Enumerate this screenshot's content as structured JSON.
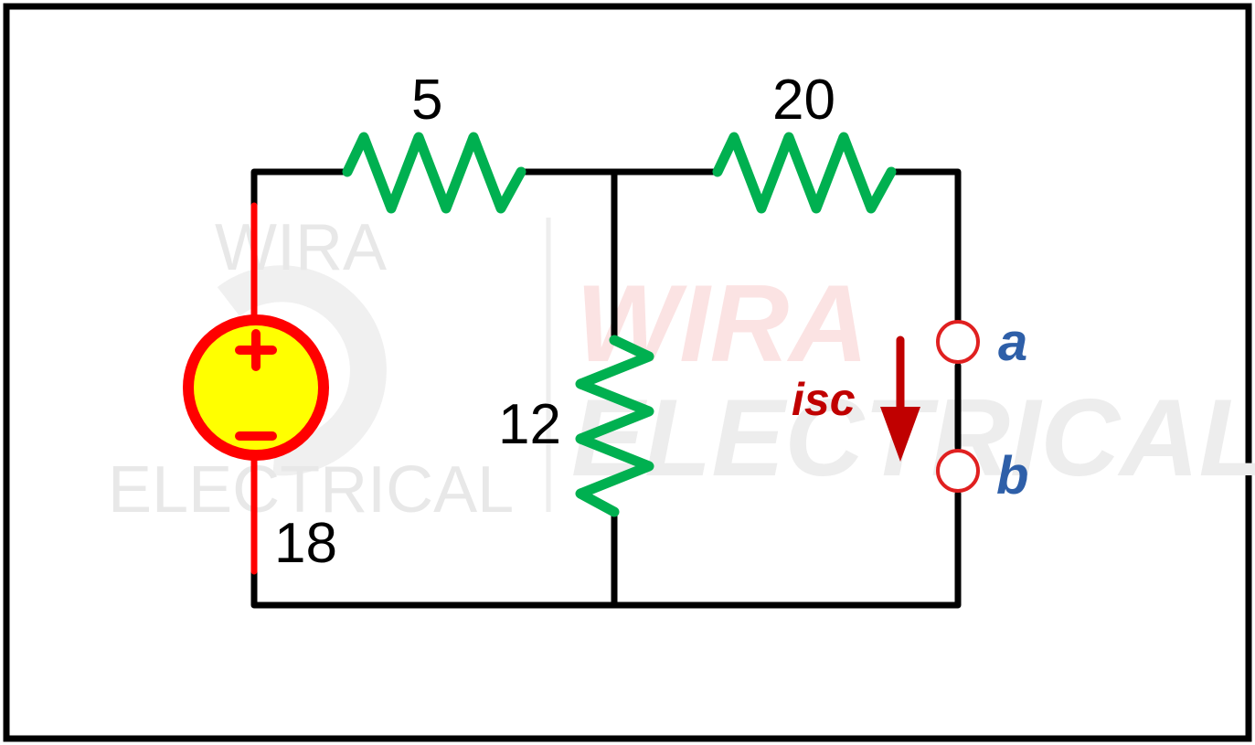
{
  "diagram": {
    "resistors": [
      {
        "id": "r1",
        "label": "5"
      },
      {
        "id": "r2",
        "label": "20"
      },
      {
        "id": "r3",
        "label": "12"
      }
    ],
    "source": {
      "label": "18",
      "plus": "+",
      "minus": "−"
    },
    "terminals": {
      "a": "a",
      "b": "b"
    },
    "current": {
      "label": "isc"
    },
    "watermark": {
      "small_line1": "WIRA",
      "small_line2": "ELECTRICAL",
      "big_line1": "WIRA",
      "big_line2": "ELECTRICAL"
    }
  },
  "colors": {
    "wire": "#000000",
    "resistor": "#00b050",
    "source_fill": "#ffff00",
    "source_stroke": "#ff0000",
    "terminal": "#e02020",
    "terminal_label": "#2e5fa8",
    "current": "#c00000",
    "watermark_light": "#e8e8e8",
    "watermark_pink": "#fbe3e3"
  }
}
